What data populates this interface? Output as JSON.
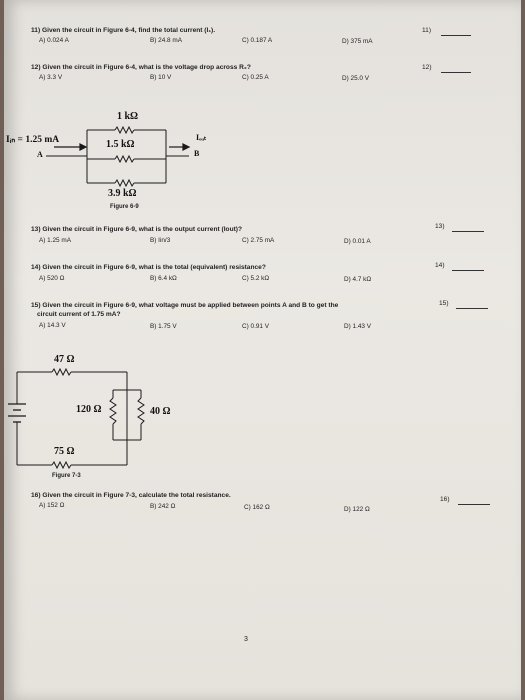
{
  "q11": {
    "text": "11) Given the circuit in Figure 6-4, find the total current (I₁).",
    "a": "A) 0.024 A",
    "b": "B) 24.8 mA",
    "c": "C) 0.187 A",
    "d": "D) 375 mA",
    "num": "11)"
  },
  "q12": {
    "text": "12) Given the circuit in Figure 6-4, what is the voltage drop across R₂?",
    "a": "A) 3.3 V",
    "b": "B) 10 V",
    "c": "C) 0.25 A",
    "d": "D) 25.0 V",
    "num": "12)"
  },
  "figure69": {
    "r_top": "1 kΩ",
    "r_mid": "1.5 kΩ",
    "r_bot": "3.9 kΩ",
    "iin": "Iᵢₙ = 1.25 mA",
    "node_a": "A",
    "node_b": "B",
    "iout": "Iₒᵤₜ",
    "caption": "Figure 6-9"
  },
  "q13": {
    "text": "13) Given the circuit in Figure 6-9, what is the output current (Iout)?",
    "a": "A) 1.25 mA",
    "b": "B) Iin/3",
    "c": "C) 2.75 mA",
    "d": "D) 0.01 A",
    "num": "13)"
  },
  "q14": {
    "text": "14) Given the circuit in Figure 6-9, what is the total (equivalent) resistance?",
    "a": "A) 520 Ω",
    "b": "B) 6.4 kΩ",
    "c": "C) 5.2 kΩ",
    "d": "D) 4.7 kΩ",
    "num": "14)"
  },
  "q15": {
    "text1": "15) Given the circuit in Figure 6-9, what voltage must be applied between points A and B to get the",
    "text2": "circuit current of 1.75 mA?",
    "a": "A) 14.3 V",
    "b": "B) 1.75 V",
    "c": "C) 0.91 V",
    "d": "D) 1.43 V",
    "num": "15)"
  },
  "figure73": {
    "r_top": "47 Ω",
    "r_left": "120 Ω",
    "r_right": "40 Ω",
    "r_bot": "75 Ω",
    "caption": "Figure 7-3"
  },
  "q16": {
    "text": "16) Given the circuit in Figure 7-3, calculate the total resistance.",
    "a": "A) 152 Ω",
    "b": "B) 242 Ω",
    "c": "C) 162 Ω",
    "d": "D) 122 Ω",
    "num": "16)"
  },
  "page_number": "3"
}
